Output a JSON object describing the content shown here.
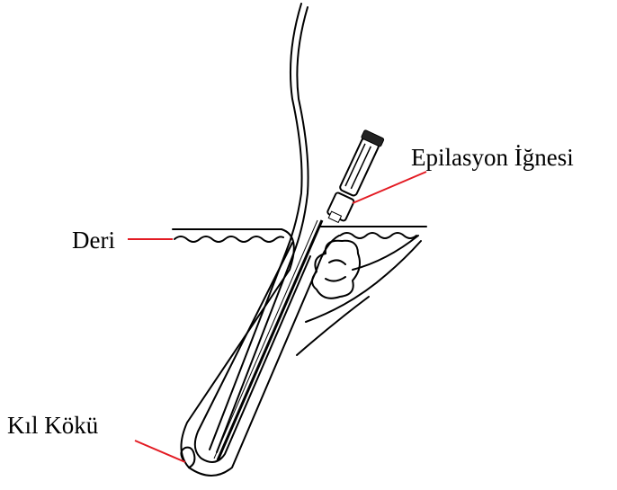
{
  "labels": {
    "needle": "Epilasyon İğnesi",
    "skin": "Deri",
    "root": "Kıl Kökü"
  },
  "colors": {
    "leader": "#e31b23",
    "line": "#000000",
    "background": "#ffffff"
  }
}
